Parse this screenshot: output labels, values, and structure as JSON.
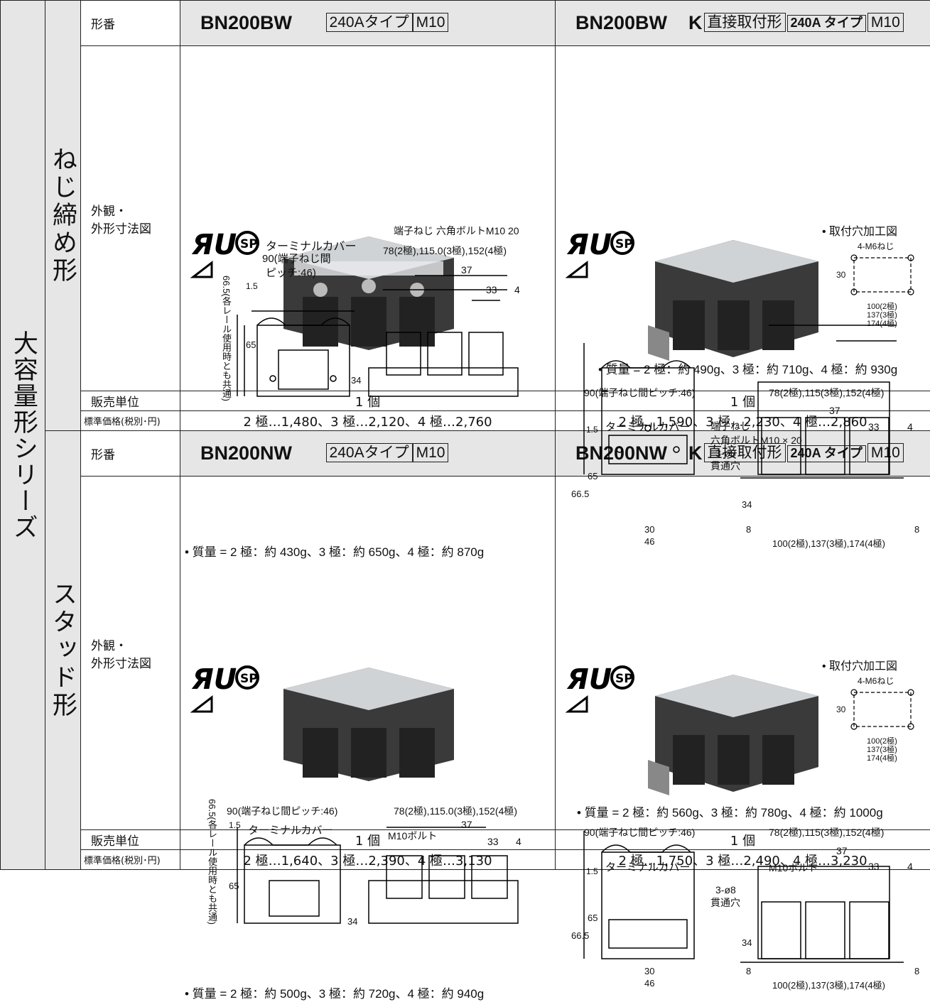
{
  "series_label": "大容量形シリーズ",
  "labels": {
    "model": "形番",
    "appearance": "外観・\n外形寸法図",
    "sales_unit": "販売単位",
    "price": "標準価格(税別･円)"
  },
  "sections": [
    {
      "type_label": "ねじ締め形",
      "left": {
        "model": "BN200BW",
        "badges": [
          "240Aタイプ",
          "M10"
        ],
        "mass": "• 質量 = 2 極：約 430g、3 極：約 650g、4 極：約 870g",
        "dims": {
          "screw": "端子ねじ 六角ボルトM10 20",
          "cover": "ターミナルカバー",
          "pitch1": "90(端子ねじ間",
          "pitch2": "ピッチ:46)",
          "width": "78(2極),115.0(3極),152(4極)",
          "d37": "37",
          "d33": "33",
          "d4": "4",
          "d15": "1.5",
          "d65": "65",
          "d34": "34",
          "rail": "66.5(各レール使用時とも共通)"
        },
        "sales_unit": "1 個",
        "price": "2 極…1,480、3 極…2,120、4 極…2,760"
      },
      "right": {
        "model": "BN200BW",
        "k": "K",
        "badges": [
          "直接取付形",
          "240A タイプ",
          "M10"
        ],
        "hole_title": "• 取付穴加工図",
        "hole": {
          "screw": "4-M6ねじ",
          "h": "30",
          "w1": "100(2極)",
          "w2": "137(3極)",
          "w3": "174(4極)"
        },
        "mass": "• 質量 = 2 極：約 490g、3 極：約 710g、4 極：約 930g",
        "dims": {
          "pitch": "90(端子ねじ間ピッチ:46)",
          "width": "78(2極),115(3極),152(4極)",
          "cover": "ターミナルカバー",
          "screw1": "端子ねじ",
          "screw2": "六角ボルトM10 × 20",
          "hole1": "3-ø8",
          "hole2": "貫通穴",
          "d37": "37",
          "d33": "33",
          "d4": "4",
          "d15": "1.5",
          "d665": "66.5",
          "d65": "65",
          "d34": "34",
          "d30": "30",
          "d46": "46",
          "d8": "8",
          "base": "100(2極),137(3極),174(4極)"
        },
        "sales_unit": "1 個",
        "price": "2 極…1,590、3 極…2,230、4 極…2,860"
      }
    },
    {
      "type_label": "スタッド形",
      "left": {
        "model": "BN200NW",
        "badges": [
          "240Aタイプ",
          "M10"
        ],
        "mass": "• 質量 = 2 極：約 500g、3 極：約 720g、4 極：約 940g",
        "dims": {
          "pitch": "90(端子ねじ間ピッチ:46)",
          "width": "78(2極),115.0(3極),152(4極)",
          "cover": "ターミナルカバー",
          "bolt": "M10ボルト",
          "d37": "37",
          "d33": "33",
          "d4": "4",
          "d15": "1.5",
          "d65": "65",
          "d34": "34",
          "rail": "66.5(各レール使用時とも共通)"
        },
        "sales_unit": "1 個",
        "price": "2 極…1,640、3 極…2,390、4 極…3,130"
      },
      "right": {
        "model": "BN200NW",
        "k": "K",
        "badges": [
          "直接取付形",
          "240A タイプ",
          "M10"
        ],
        "hole_title": "• 取付穴加工図",
        "hole": {
          "screw": "4-M6ねじ",
          "h": "30",
          "w1": "100(2極)",
          "w2": "137(3極)",
          "w3": "174(4極)"
        },
        "mass": "• 質量 = 2 極：約 560g、3 極：約 780g、4 極：約 1000g",
        "dims": {
          "pitch": "90(端子ねじ間ピッチ:46)",
          "width": "78(2極),115(3極),152(4極)",
          "cover": "ターミナルカバー",
          "bolt": "M10ボルト",
          "hole1": "3-ø8",
          "hole2": "貫通穴",
          "d37": "37",
          "d33": "33",
          "d4": "4",
          "d15": "1.5",
          "d665": "66.5",
          "d65": "65",
          "d34": "34",
          "d30": "30",
          "d46": "46",
          "d8": "8",
          "base": "100(2極),137(3極),174(4極)"
        },
        "sales_unit": "1 個",
        "price": "2 極…1,750、3 極…2,490、4 極…3,230"
      }
    }
  ]
}
